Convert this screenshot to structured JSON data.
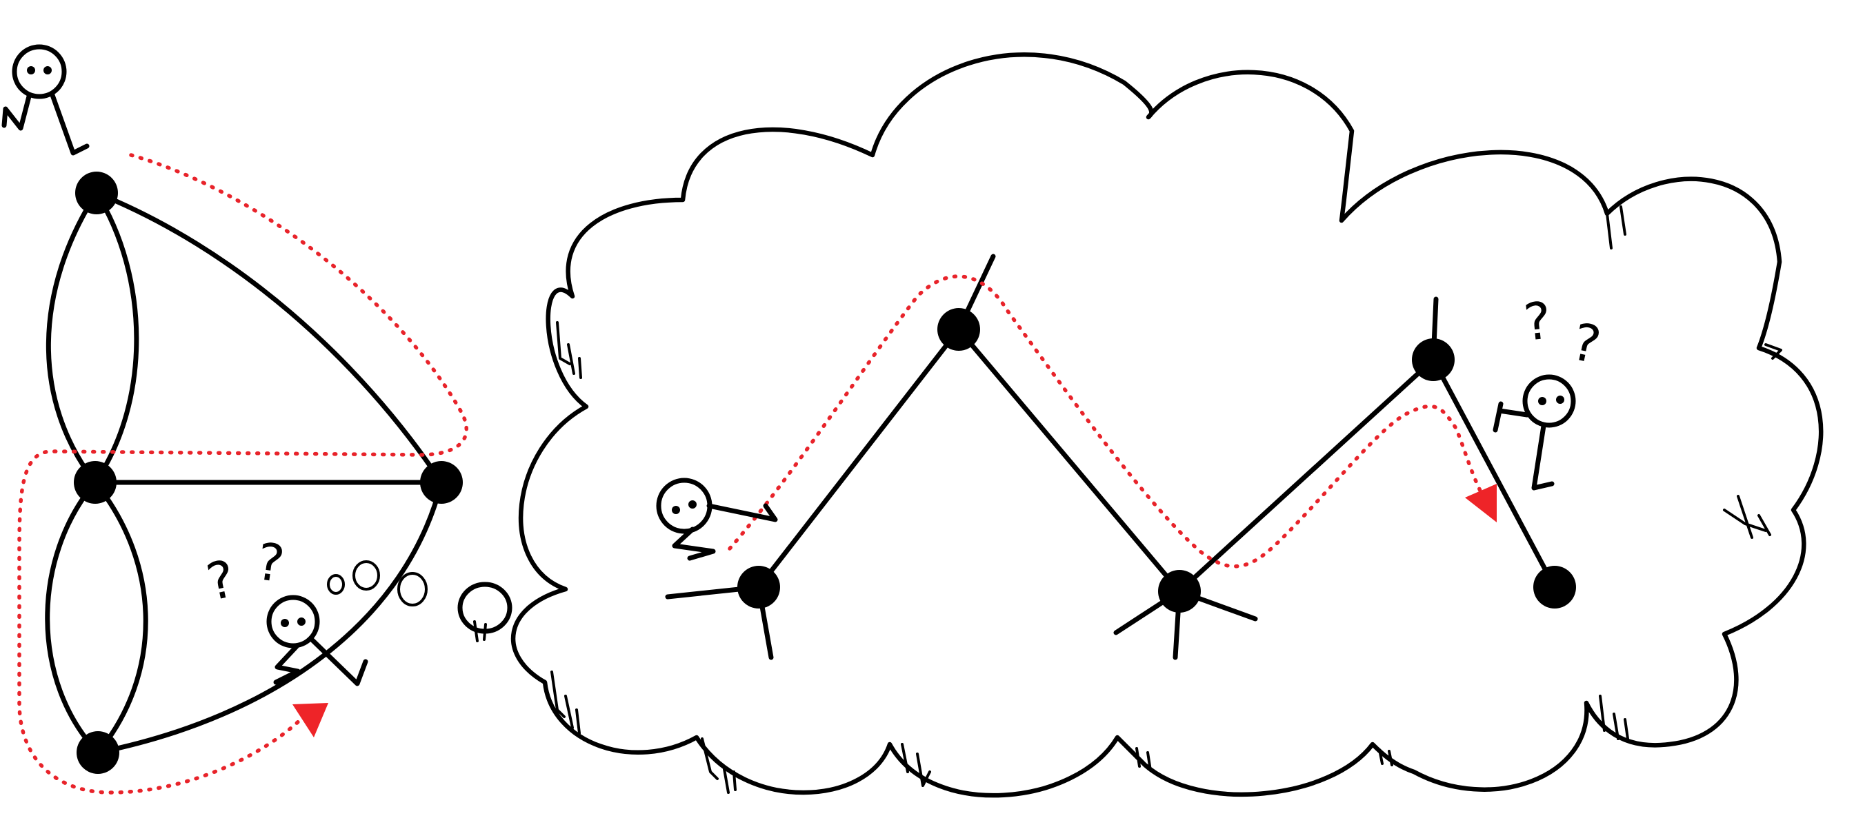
{
  "diagram": {
    "colors": {
      "ink": "#000000",
      "trail": "#e8232a",
      "arrow": "#ee2428",
      "background": "#ffffff"
    },
    "left_graph": {
      "nodes": [
        "node-top",
        "node-middle-left",
        "node-middle-right",
        "node-bottom-left"
      ],
      "edges": [
        [
          "node-top",
          "node-middle-left"
        ],
        [
          "node-top",
          "node-middle-left"
        ],
        [
          "node-top",
          "node-middle-right"
        ],
        [
          "node-middle-left",
          "node-middle-right"
        ],
        [
          "node-middle-left",
          "node-bottom-left"
        ],
        [
          "node-middle-left",
          "node-bottom-left"
        ],
        [
          "node-bottom-left",
          "node-middle-right"
        ]
      ],
      "walkers": [
        "walker-top",
        "walker-confused"
      ]
    },
    "thought_cloud": {
      "nodes": [
        "node-a",
        "node-b",
        "node-c",
        "node-d",
        "node-e"
      ],
      "path": [
        "node-a",
        "node-b",
        "node-c",
        "node-d",
        "node-e"
      ],
      "walkers": [
        "walker-start",
        "walker-end-confused"
      ]
    },
    "icons": [
      "person-icon",
      "question-mark-icon",
      "arrow-head-icon",
      "thought-bubble-icon",
      "cloud-icon"
    ]
  }
}
